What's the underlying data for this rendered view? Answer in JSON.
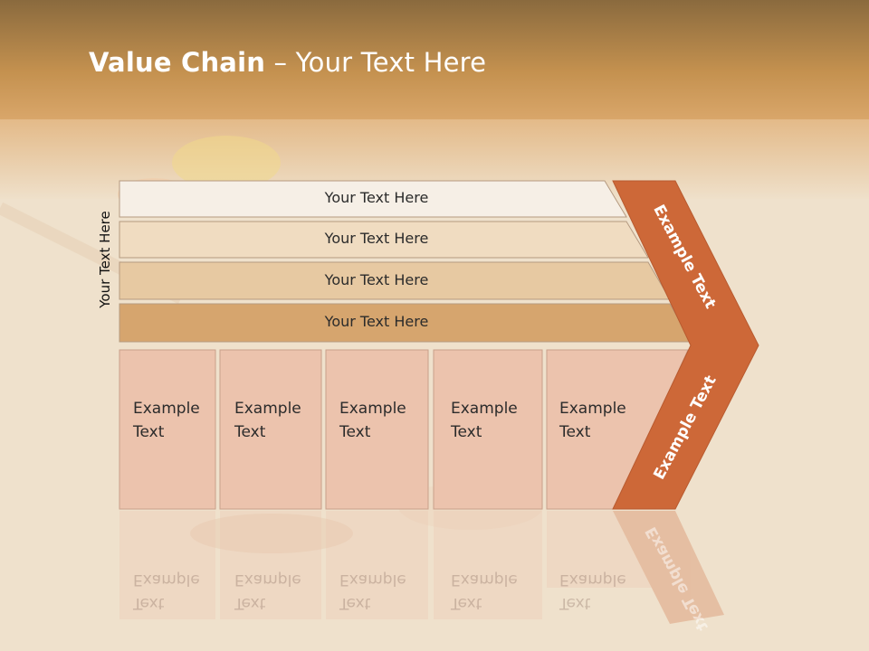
{
  "title": {
    "bold": "Value Chain",
    "rest": " – Your Text Here"
  },
  "side_label": "Your Text Here",
  "bars": [
    {
      "label": "Your Text Here",
      "color": "#f6efe6"
    },
    {
      "label": "Your Text Here",
      "color": "#f0dcc1"
    },
    {
      "label": "Your Text Here",
      "color": "#e7c9a2"
    },
    {
      "label": "Your Text Here",
      "color": "#d6a56e"
    }
  ],
  "boxes": [
    {
      "line1": "Example",
      "line2": "Text"
    },
    {
      "line1": "Example",
      "line2": "Text"
    },
    {
      "line1": "Example",
      "line2": "Text"
    },
    {
      "line1": "Example",
      "line2": "Text"
    },
    {
      "line1": "Example",
      "line2": "Text"
    }
  ],
  "chevron": {
    "upper": "Example Text",
    "lower": "Example Text",
    "color": "#cd6838"
  },
  "colors": {
    "header": "#b88745",
    "box_fill": "#ecc3ad"
  }
}
